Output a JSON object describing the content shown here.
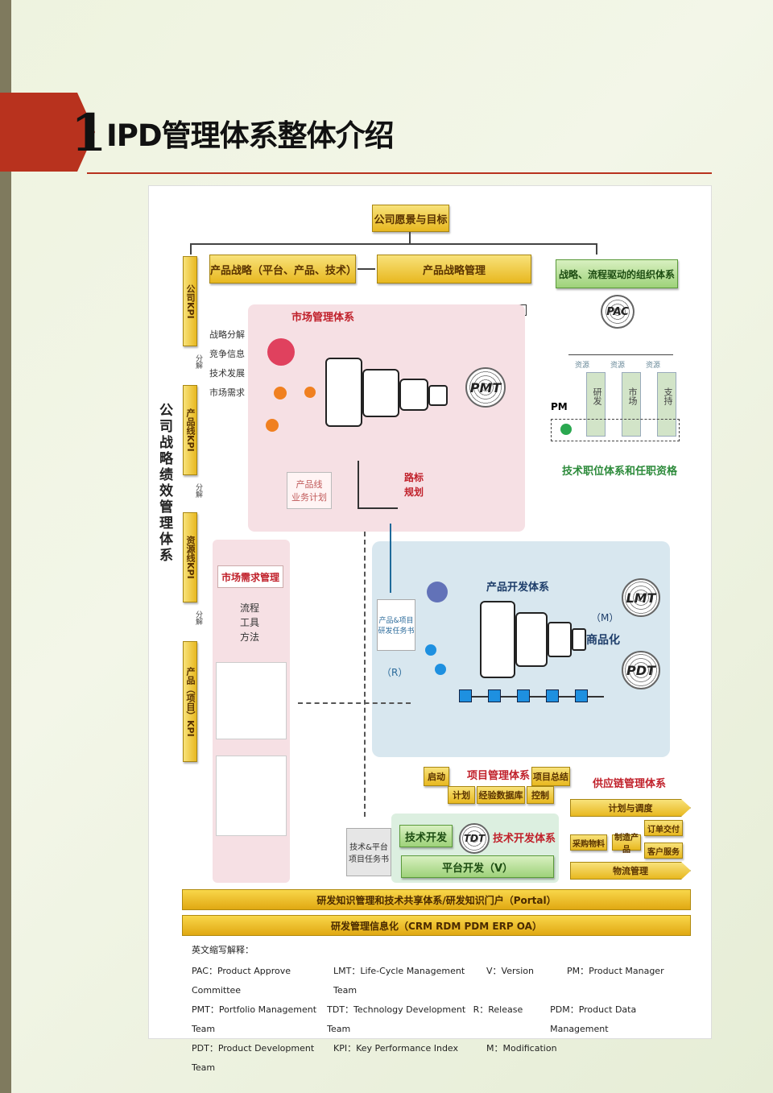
{
  "header": {
    "number": "1",
    "title": "IPD管理体系整体介绍"
  },
  "diagram": {
    "top": "公司愿景与目标",
    "strategy": "产品战略（平台、产品、技术）",
    "strategy_mgmt": "产品战略管理",
    "org": "战略、流程驱动的组织体系",
    "pac": "PAC",
    "resources": [
      "资源",
      "资源",
      "资源"
    ],
    "pm": "PM",
    "depts": [
      "研发",
      "市场",
      "支持"
    ],
    "job": "技术职位体系和任职资格",
    "side_title": "公司战略绩效管理体系",
    "kpis": [
      "公司KPI",
      "产品线KPI",
      "资源线KPI",
      "产品（项目）KPI"
    ],
    "decompose": [
      "分解",
      "分解",
      "分解"
    ],
    "inputs": [
      "战略分解",
      "竞争信息",
      "技术发展",
      "市场需求"
    ],
    "market": {
      "title": "市场管理体系",
      "pmt": "PMT",
      "plan": "产品线\n业务计划",
      "road": "路标\n规划"
    },
    "demand": {
      "title": "市场需求管理",
      "items": "流程\n工具\n方法"
    },
    "dev": {
      "title": "产品开发体系",
      "task": "产品&项目\n研发任务书",
      "r": "（R）",
      "m": "（M）",
      "comm": "商品化",
      "lmt": "LMT",
      "pdt": "PDT"
    },
    "project": {
      "start": "启动",
      "title": "项目管理体系",
      "summary": "项目总结",
      "plan": "计划",
      "exp": "经验数据库",
      "ctrl": "控制"
    },
    "tech": {
      "task": "技术&平台\n项目任务书",
      "dev": "技术开发",
      "tdt": "TDT",
      "title": "技术开发体系",
      "platform": "平台开发（V）"
    },
    "supply": {
      "title": "供应链管理体系",
      "plan": "计划与调度",
      "order": "订单交付",
      "buy": "采购物料",
      "make": "制造产品",
      "service": "客户服务",
      "logi": "物流管理"
    },
    "bar1": "研发知识管理和技术共享体系/研发知识门户（Portal）",
    "bar2": "研发管理信息化（CRM RDM PDM ERP OA）",
    "legend_title": "英文缩写解释：",
    "legend": [
      [
        "PAC：Product Approve Committee",
        "LMT：Life-Cycle Management Team",
        "V：Version",
        "PM：Product Manager"
      ],
      [
        "PMT：Portfolio Management Team",
        "TDT：Technology Development Team",
        "R：Release",
        "PDM：Product Data Management"
      ],
      [
        "PDT：Product Development Team",
        "KPI：Key Performance Index",
        "M：Modification",
        ""
      ]
    ]
  }
}
